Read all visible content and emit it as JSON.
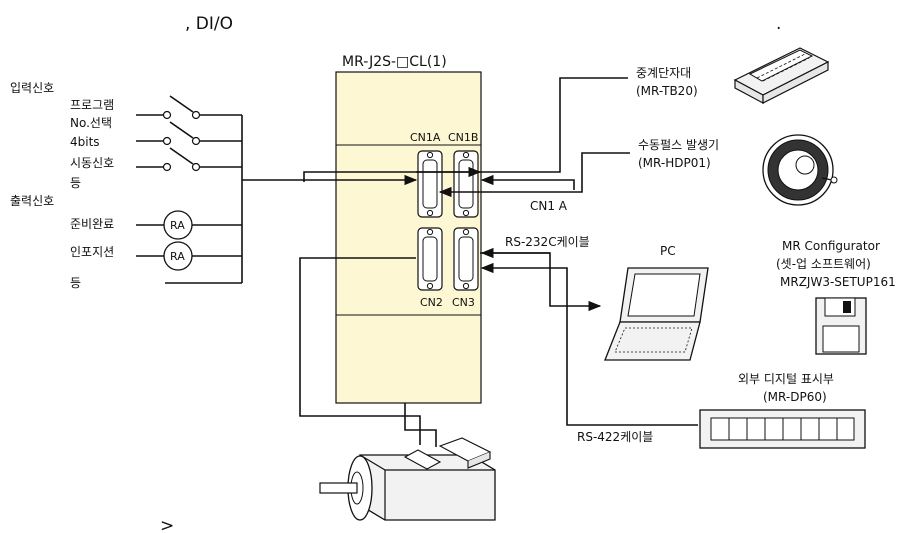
{
  "header": {
    "left_text": ", DI/O",
    "right_text": "."
  },
  "controller": {
    "title": "MR-J2S-□CL(1)",
    "cn1a": "CN1A",
    "cn1b": "CN1B",
    "cn2": "CN2",
    "cn3": "CN3",
    "fill_color": "#fdf7d3"
  },
  "inputs": {
    "title": "입력신호",
    "items": [
      "프로그램",
      "No.선택",
      "4bits",
      "시동신호",
      "등"
    ]
  },
  "outputs": {
    "title": "출력신호",
    "items": [
      "준비완료",
      "인포지션",
      "등"
    ],
    "relay_label": "RA"
  },
  "devices": {
    "terminal_block": {
      "name": "중계단자대",
      "model": "(MR-TB20)"
    },
    "pulse_generator": {
      "name": "수동펄스 발생기",
      "model": "(MR-HDP01)",
      "port": "CN1 A"
    },
    "pc": {
      "name": "PC",
      "cable": "RS-232C케이블"
    },
    "configurator": {
      "line1": "MR Configurator",
      "line2": "(셋-업 소프트웨어)",
      "line3": "MRZJW3-SETUP161"
    },
    "display": {
      "name": "외부 디지털 표시부",
      "model": "(MR-DP60)",
      "cable": "RS-422케이블"
    }
  },
  "footer": {
    "text": ">"
  },
  "colors": {
    "device_fill": "#f2f2f2",
    "line": "#111111"
  },
  "icons": [
    "switch-icon",
    "relay-icon",
    "terminal-block-icon",
    "pulse-generator-icon",
    "laptop-icon",
    "floppy-disk-icon",
    "digital-display-icon",
    "servo-motor-icon",
    "connector-icon"
  ]
}
